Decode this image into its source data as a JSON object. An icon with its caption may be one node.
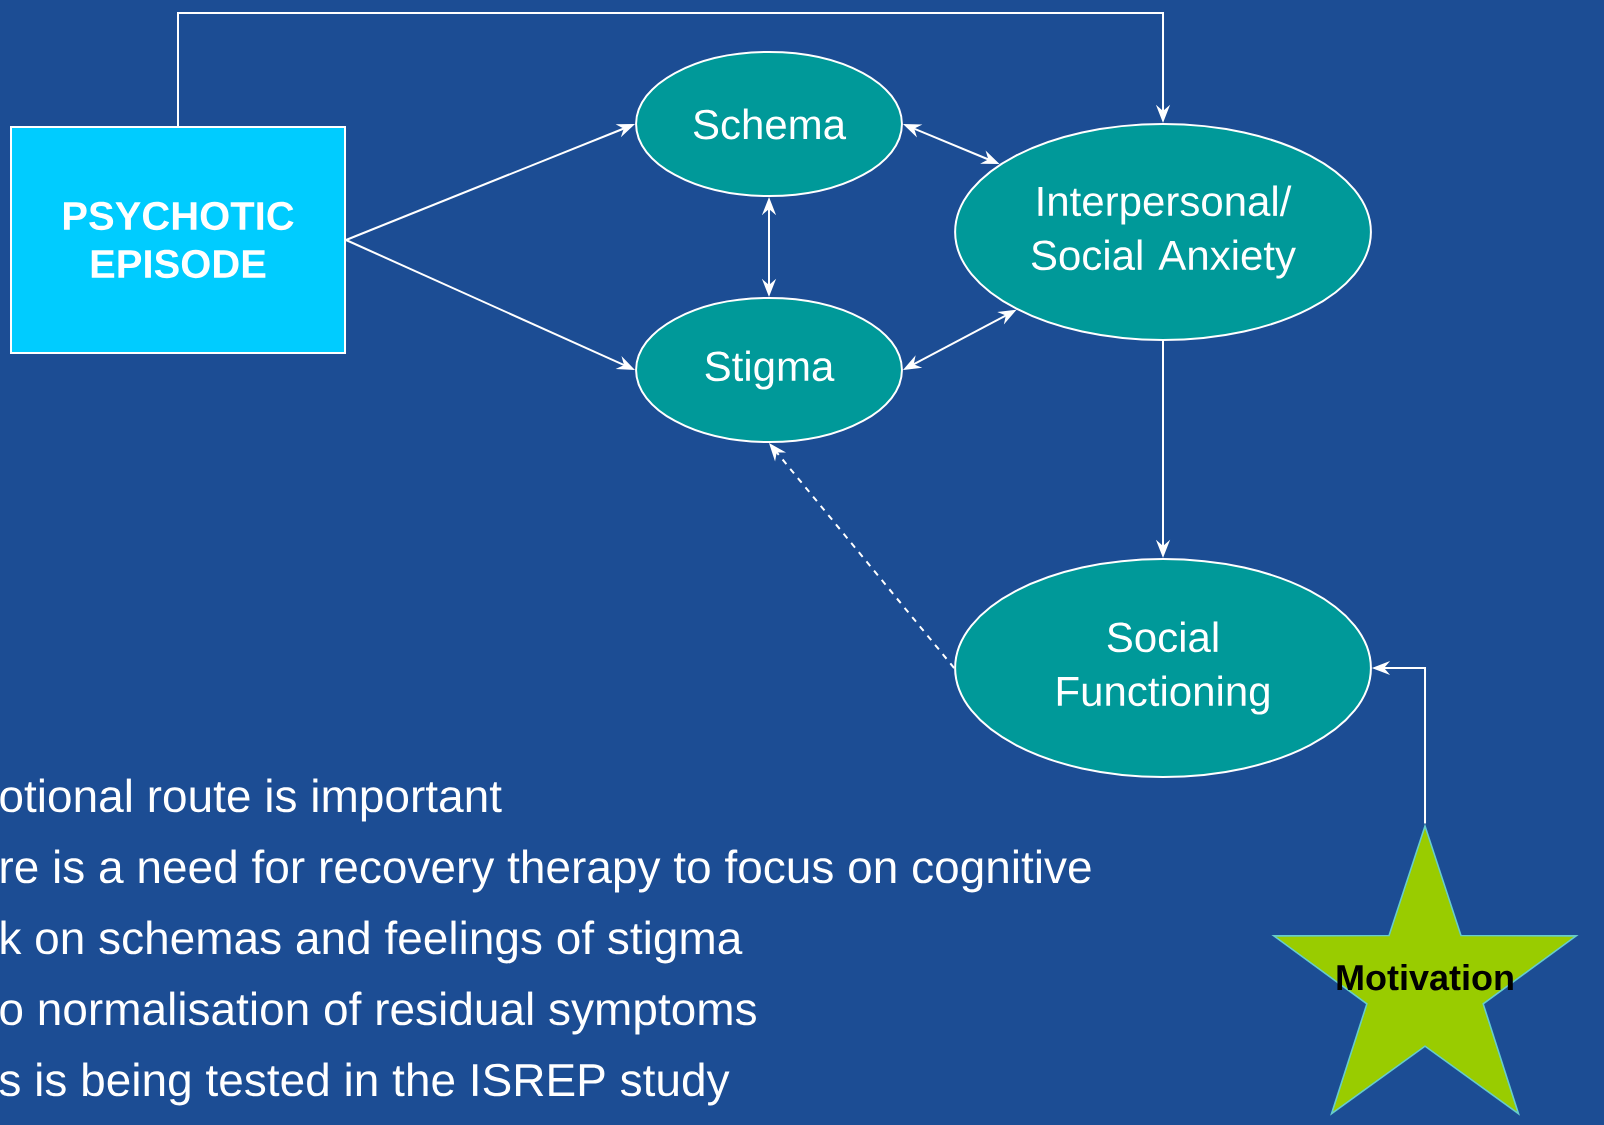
{
  "diagram": {
    "nodes": [
      {
        "text": [
          "PSYCHOTIC EPISODE"
        ]
      },
      {
        "text": [
          "Schema"
        ]
      },
      {
        "text": [
          "Stigma"
        ]
      },
      {
        "text": [
          "Interpersonal/ Social Anxiety"
        ]
      },
      {
        "text": [
          "Social Functioning"
        ]
      },
      {
        "text": [
          "Motivation"
        ]
      }
    ],
    "edges": [
      {
        "from": 0,
        "to": 1,
        "arrow": "to"
      },
      {
        "from": 0,
        "to": 2,
        "arrow": "to"
      },
      {
        "from": 1,
        "to": 3,
        "arrow": "both"
      },
      {
        "from": 1,
        "to": 2,
        "arrow": "both"
      },
      {
        "from": 2,
        "to": 3,
        "arrow": "both"
      },
      {
        "from": 0,
        "to": 3,
        "arrow": "to"
      },
      {
        "from": 3,
        "to": 4,
        "arrow": "to"
      },
      {
        "from": 4,
        "to": 2,
        "arrow": "to",
        "style": "dashed"
      },
      {
        "from": 5,
        "to": 4,
        "arrow": "to"
      }
    ],
    "labels": [
      "otional route is important",
      "re is a need for recovery therapy to focus on cognitive",
      "k on schemas and feelings of stigma",
      "o normalisation of residual symptoms",
      "s is being tested in the ISREP study"
    ]
  }
}
